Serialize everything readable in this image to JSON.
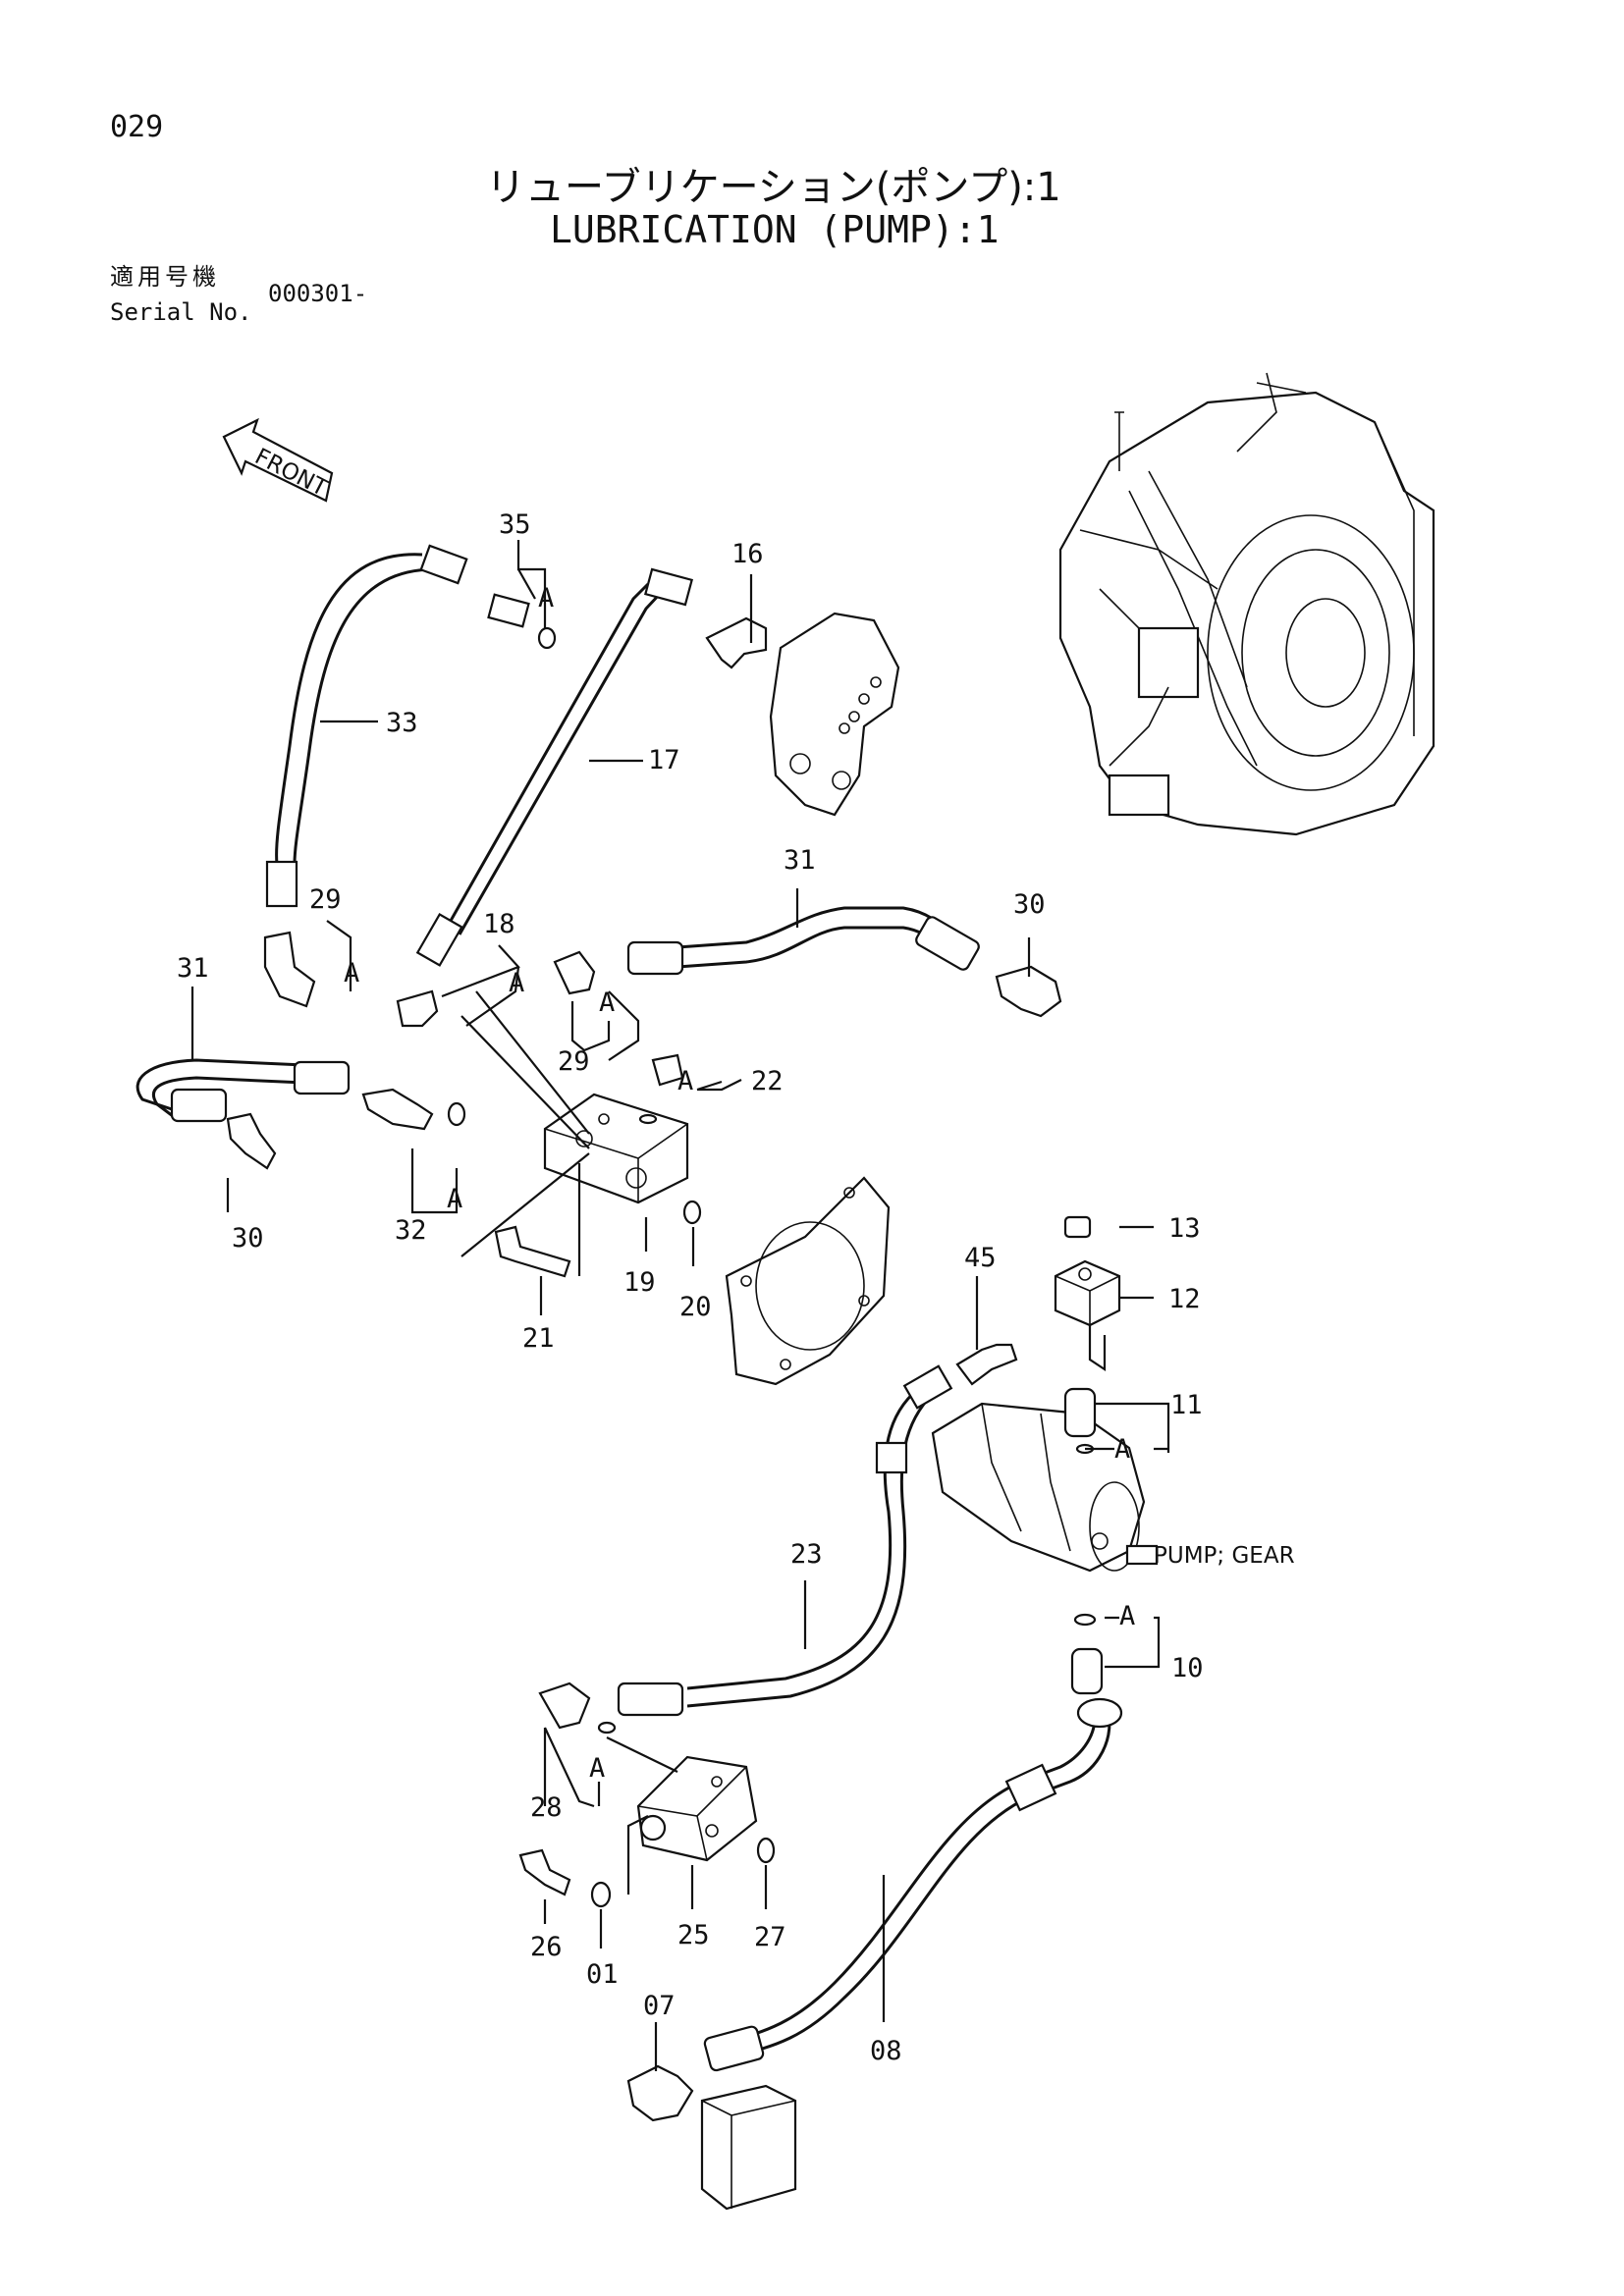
{
  "header": {
    "page_number": "029",
    "title_jp": "リューブリケーション(ポンプ):1",
    "title_en": "LUBRICATION (PUMP):1",
    "serial_label_jp": "適用号機",
    "serial_label_en": "Serial No.",
    "serial_value": "000301-"
  },
  "diagram": {
    "front_label": "FRONT",
    "pump_label": "PUMP; GEAR",
    "ring_label": "A",
    "part_labels": [
      "35",
      "16",
      "33",
      "17",
      "31",
      "30",
      "29",
      "18",
      "22",
      "32",
      "19",
      "20",
      "21",
      "13",
      "45",
      "12",
      "11",
      "23",
      "10",
      "28",
      "25",
      "27",
      "26",
      "01",
      "07",
      "08"
    ]
  }
}
